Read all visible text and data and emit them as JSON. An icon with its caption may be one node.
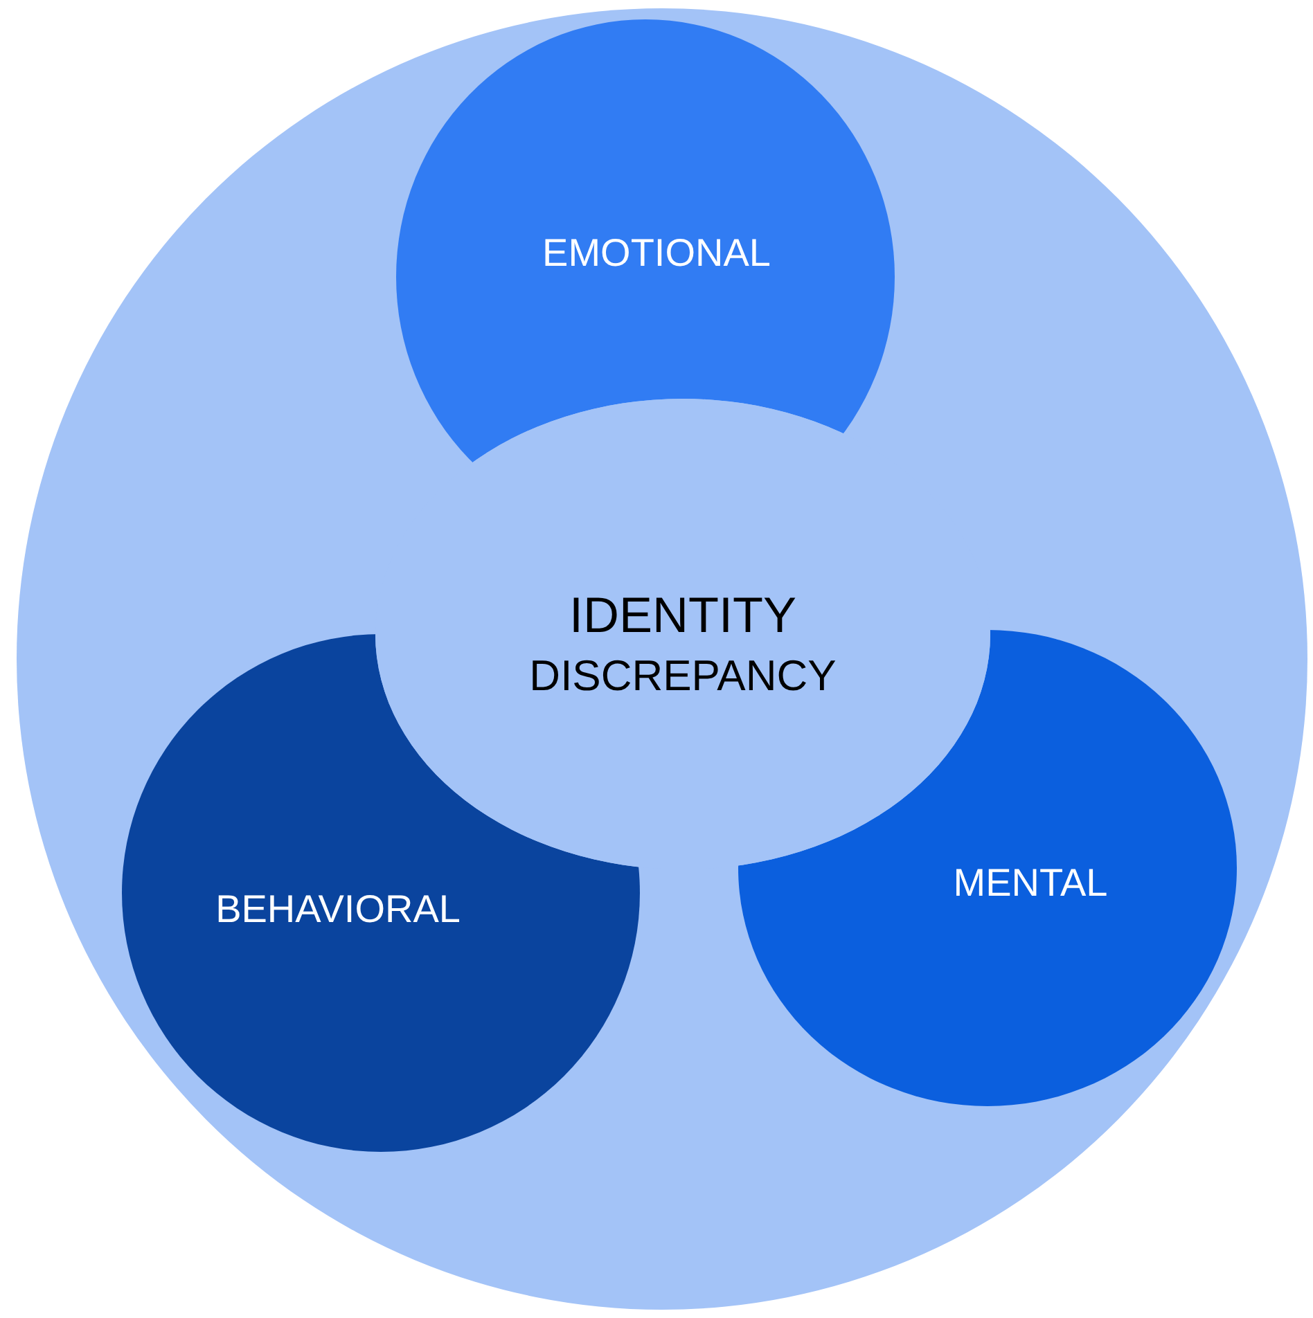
{
  "diagram": {
    "nodes": [
      {
        "text": [],
        "shape": "circle"
      },
      {
        "text": [
          "EMOTIONAL"
        ],
        "in": 0
      },
      {
        "text": [
          "IDENTITY",
          "DISCREPANCY"
        ],
        "in": 0
      },
      {
        "text": [
          "BEHAVIORAL"
        ],
        "in": 0
      },
      {
        "text": [
          "MENTAL"
        ],
        "in": 0
      }
    ]
  }
}
